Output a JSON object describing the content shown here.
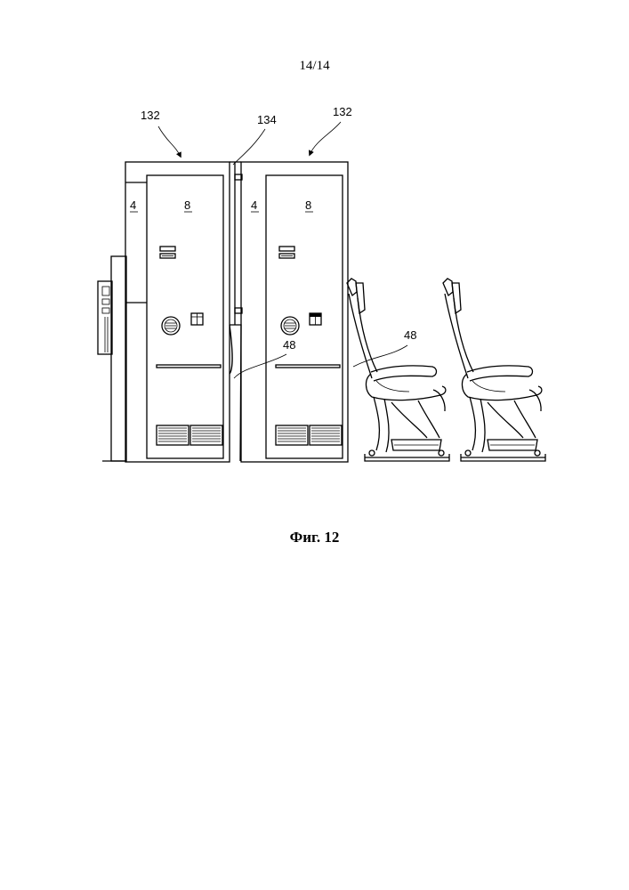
{
  "page": {
    "number": "14/14"
  },
  "figure": {
    "caption": "Фиг. 12"
  },
  "labels": {
    "galley_left": "132",
    "galley_right": "132",
    "partition": "134",
    "side_left": "4",
    "door_left": "8",
    "side_right": "4",
    "door_right": "8",
    "gap": "48",
    "seat_gap": "48"
  }
}
